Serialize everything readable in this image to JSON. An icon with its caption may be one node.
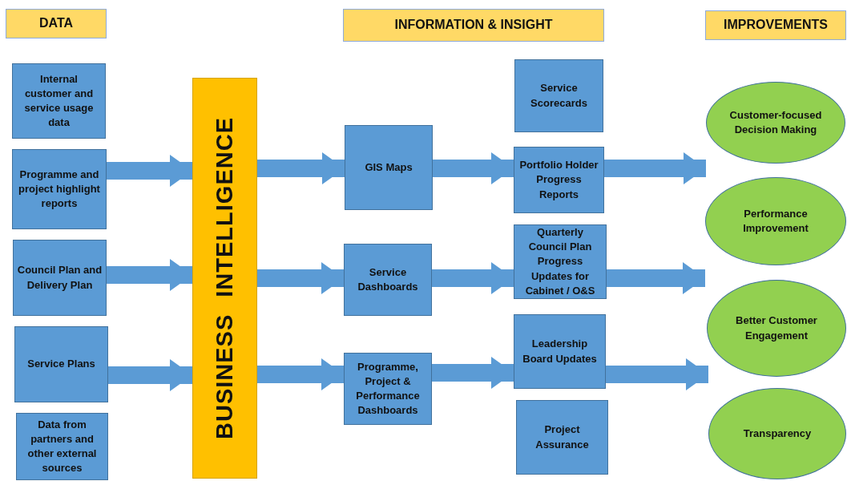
{
  "diagram": {
    "nodes": [
      {
        "text": [
          "DATA"
        ]
      },
      {
        "text": [
          "Internal customer and service usage data"
        ]
      },
      {
        "text": [
          "Programme and project highlight reports"
        ]
      },
      {
        "text": [
          "Council Plan and Delivery Plan"
        ]
      },
      {
        "text": [
          "Service Plans"
        ]
      },
      {
        "text": [
          "Data from partners and other external sources"
        ]
      },
      {
        "text": [
          "BUSINESS INTELLIGENCE"
        ]
      },
      {
        "text": [
          "INFORMATION & INSIGHT"
        ]
      },
      {
        "text": [
          "GIS Maps"
        ]
      },
      {
        "text": [
          "Service Dashboards"
        ]
      },
      {
        "text": [
          "Programme, Project & Performance Dashboards"
        ]
      },
      {
        "text": [
          "Service Scorecards"
        ]
      },
      {
        "text": [
          "Portfolio Holder Progress Reports"
        ]
      },
      {
        "text": [
          "Quarterly Council Plan Progress Updates for Cabinet / O&S"
        ]
      },
      {
        "text": [
          "Leadership Board Updates"
        ]
      },
      {
        "text": [
          "Project Assurance"
        ]
      },
      {
        "text": [
          "IMPROVEMENTS"
        ]
      },
      {
        "text": [
          "Customer-focused Decision Making"
        ]
      },
      {
        "text": [
          "Performance Improvement"
        ]
      },
      {
        "text": [
          "Better Customer Engagement"
        ]
      },
      {
        "text": [
          "Transparency"
        ]
      }
    ],
    "edges": [
      {
        "from": 2,
        "to": 6,
        "arrow": "to"
      },
      {
        "from": 3,
        "to": 6,
        "arrow": "to"
      },
      {
        "from": 4,
        "to": 6,
        "arrow": "to"
      },
      {
        "from": 6,
        "to": 8,
        "arrow": "to"
      },
      {
        "from": 6,
        "to": 9,
        "arrow": "to"
      },
      {
        "from": 6,
        "to": 10,
        "arrow": "to"
      },
      {
        "from": 8,
        "to": 12,
        "arrow": "to"
      },
      {
        "from": 9,
        "to": 13,
        "arrow": "to"
      },
      {
        "from": 10,
        "to": 14,
        "arrow": "to"
      },
      {
        "from": 12,
        "to": 17,
        "arrow": "to"
      },
      {
        "from": 13,
        "to": 18,
        "arrow": "to"
      },
      {
        "from": 14,
        "to": 20,
        "arrow": "to"
      }
    ]
  }
}
